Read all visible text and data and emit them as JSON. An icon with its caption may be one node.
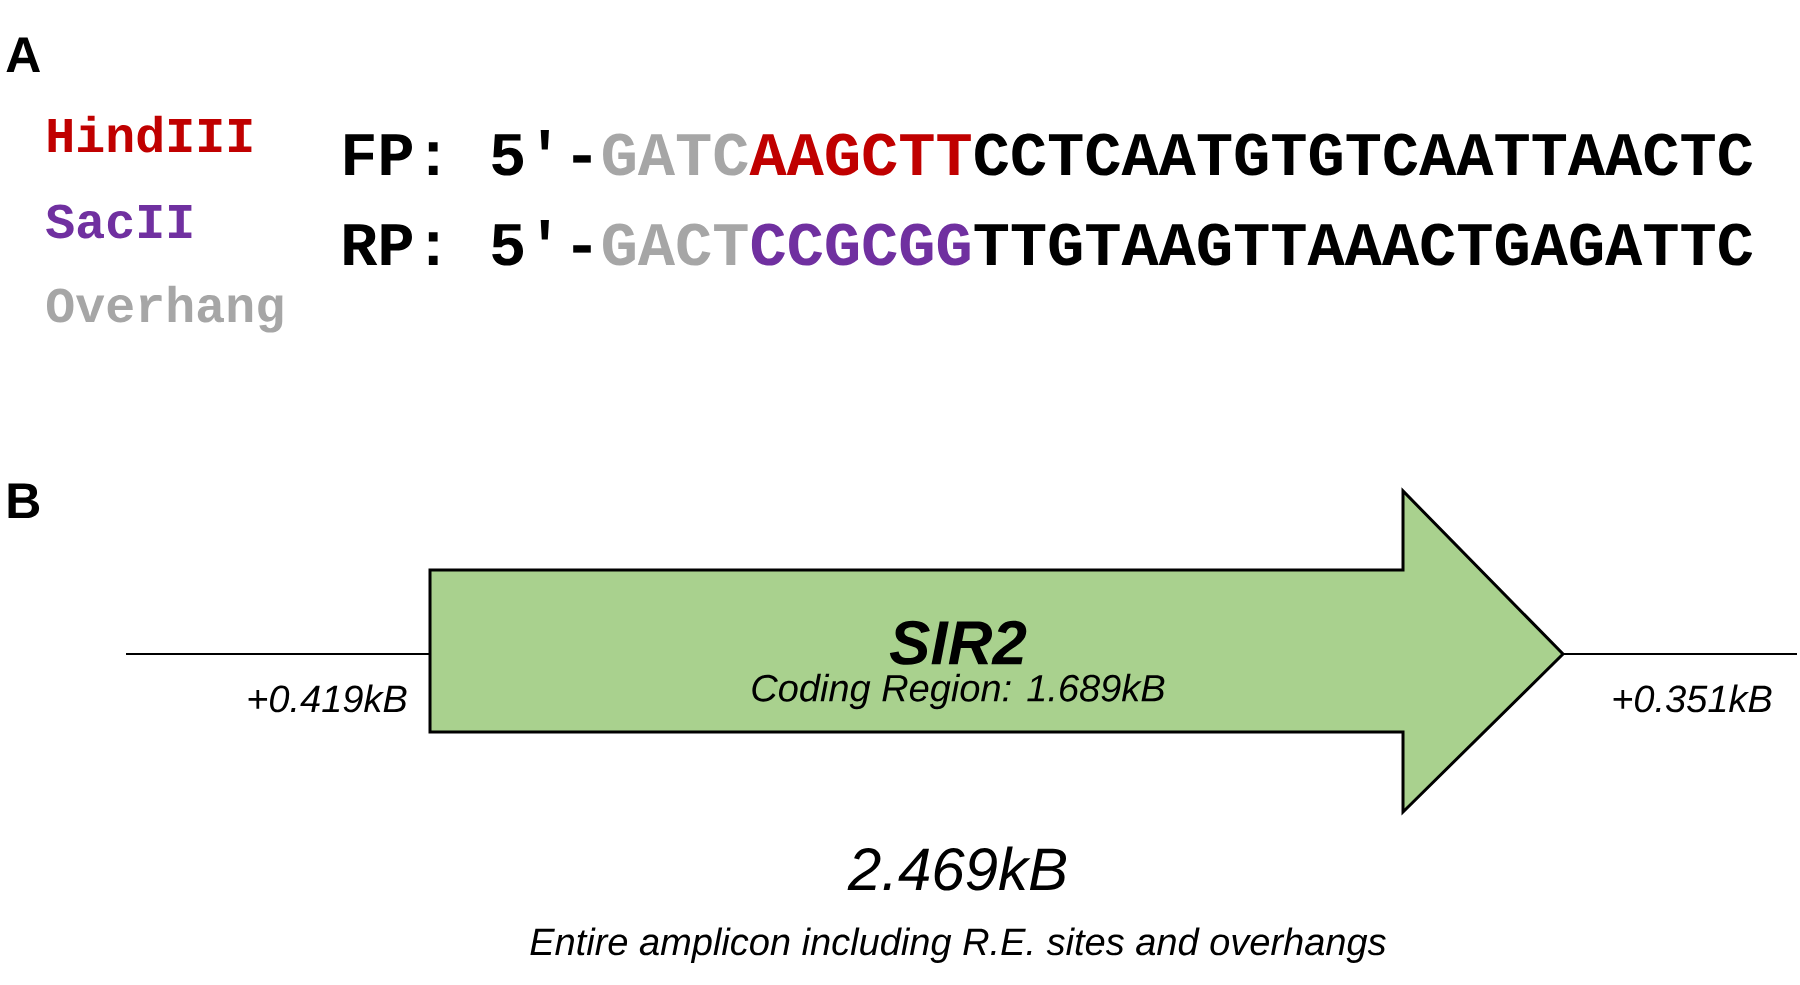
{
  "diagram": {
    "nodes": [
      {
        "text": [
          "SIR2",
          "Coding Region: 1.689kB"
        ]
      }
    ],
    "labels": [
      "A",
      "FP: 5′-",
      "GATC",
      "AAGCTT",
      "CCTCAATGTGTCAATTAACTC",
      "RP: 5′-",
      "GACT",
      "CCGCGG",
      "TTGTAAGTTAAACTGAGATTC",
      "B",
      "+0.419kB",
      "+0.351kB",
      "2.469kB",
      "Entire amplicon including R.E. sites and overhangs"
    ],
    "legend": [
      {
        "text": "HindIII",
        "color": "#c00000"
      },
      {
        "text": "SacII",
        "color": "#7030a0"
      },
      {
        "text": "Overhang",
        "color": "#a6a6a6"
      }
    ]
  }
}
